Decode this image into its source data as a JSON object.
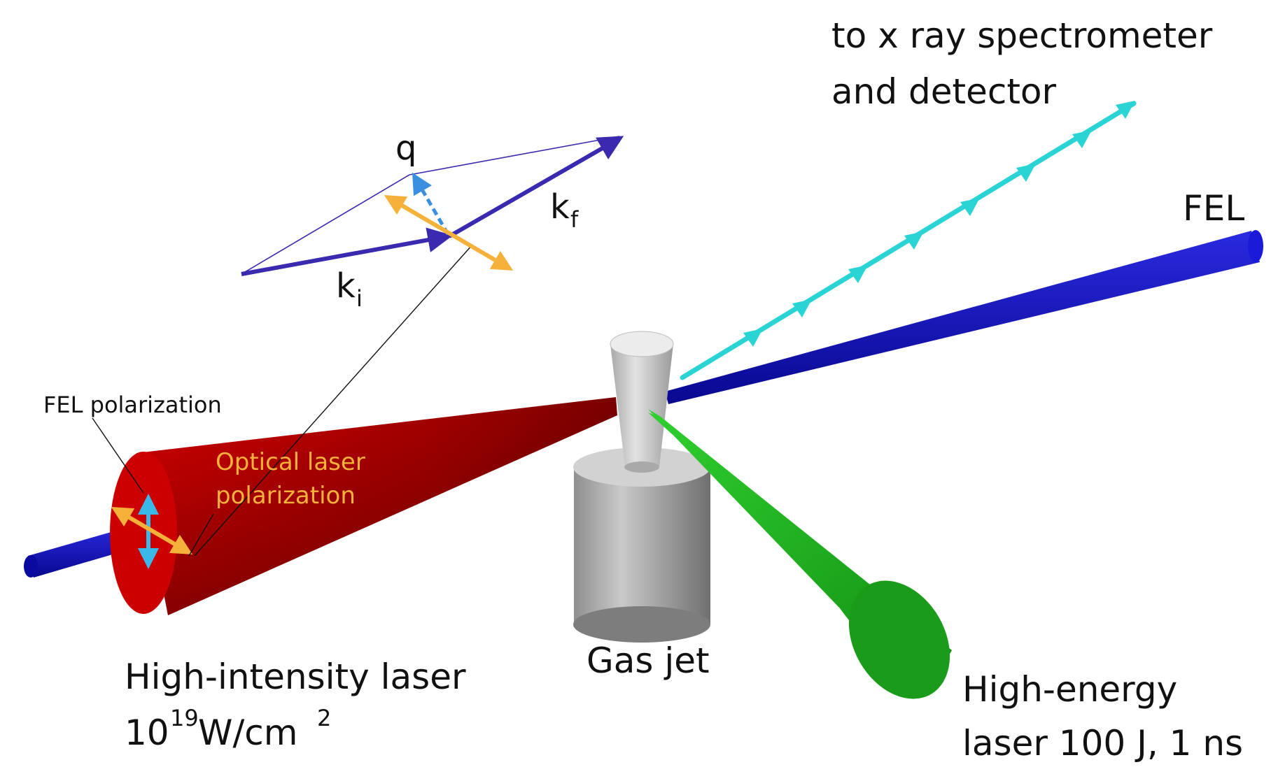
{
  "labels": {
    "spectrometer_line1": "to x ray spectrometer",
    "spectrometer_line2": "and detector",
    "fel": "FEL",
    "q": "q",
    "kf_main": "k",
    "kf_sub": "f",
    "ki_main": "k",
    "ki_sub": "i",
    "fel_polarization": "FEL polarization",
    "optical_line1": "Optical laser",
    "optical_line2": "polarization",
    "gas_jet": "Gas jet",
    "hi_line1": "High-intensity laser",
    "hi_line2_base": "10",
    "hi_line2_exp": "19",
    "hi_line2_unit": " W/cm",
    "hi_line2_unit_exp": "2",
    "he_line1": "High-energy",
    "he_line2": "laser 100 J, 1 ns"
  },
  "colors": {
    "fel_beam": "#1010b8",
    "xray_beam": "#2ad4d4",
    "hi_laser": "#c40000",
    "he_laser": "#1fb41f",
    "gas_jet": "#b9b9b9",
    "wavevector": "#3a2ab0",
    "q_vector": "#3a8fe0",
    "optical_polarization": "#f5b13a",
    "fel_polarization": "#3ab8e8",
    "optical_label": "#f5b13a"
  }
}
